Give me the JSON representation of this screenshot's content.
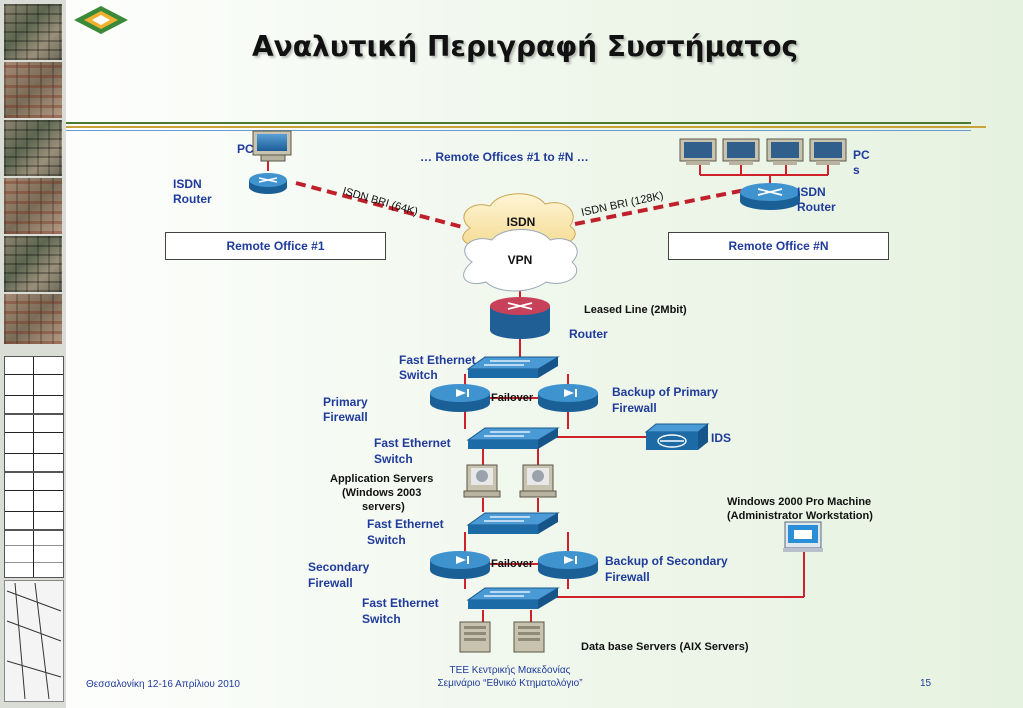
{
  "title": "Αναλυτική Περιγραφή Συστήματος",
  "labels": {
    "pc": "PC",
    "remote_offices": "… Remote Offices #1 to #N …",
    "pcs_line1": "PC",
    "pcs_line2": "s",
    "isdn_router_left_1": "ISDN",
    "isdn_router_left_2": "Router",
    "isdn_router_right_1": "ISDN",
    "isdn_router_right_2": "Router",
    "isdn_bri_64": "ISDN BRI (64K)",
    "isdn_bri_128": "ISDN BRI (128K)",
    "isdn_cloud": "ISDN",
    "vpn_cloud": "VPN",
    "remote_office_1": "Remote Office #1",
    "remote_office_n": "Remote Office #N",
    "leased_line": "Leased Line (2Mbit)",
    "router": "Router",
    "fe_switch_1a": "Fast Ethernet",
    "fe_switch_1b": "Switch",
    "primary_fw_1": "Primary",
    "primary_fw_2": "Firewall",
    "failover_1": "Failover",
    "backup_primary_1": "Backup of Primary",
    "backup_primary_2": "Firewall",
    "fe_switch_2a": "Fast Ethernet",
    "fe_switch_2b": "Switch",
    "ids": "IDS",
    "app_servers_1": "Application Servers",
    "app_servers_2": "(Windows 2003",
    "app_servers_3": "servers)",
    "win2000_1": "Windows 2000 Pro Machine",
    "win2000_2": "(Administrator Workstation)",
    "fe_switch_3a": "Fast Ethernet",
    "fe_switch_3b": "Switch",
    "secondary_fw_1": "Secondary",
    "secondary_fw_2": "Firewall",
    "failover_2": "Failover",
    "backup_secondary_1": "Backup of Secondary",
    "backup_secondary_2": "Firewall",
    "fe_switch_4a": "Fast Ethernet",
    "fe_switch_4b": "Switch",
    "db_servers": "Data base Servers (AIX Servers)"
  },
  "footer": {
    "left": "Θεσσαλονίκη 12-16 Απρίλιου 2010",
    "center_1": "ΤΕΕ Κεντρικής Μακεδονίας",
    "center_2": "Σεμινάριο “Εθνικό Κτηματολόγιο”",
    "page": "15"
  },
  "colors": {
    "link_red": "#d0202a",
    "device_blue": "#1c73b5",
    "label_blue": "#1f3b9b",
    "rule_green": "#4b7a2d",
    "rule_gold": "#c9a23a"
  }
}
